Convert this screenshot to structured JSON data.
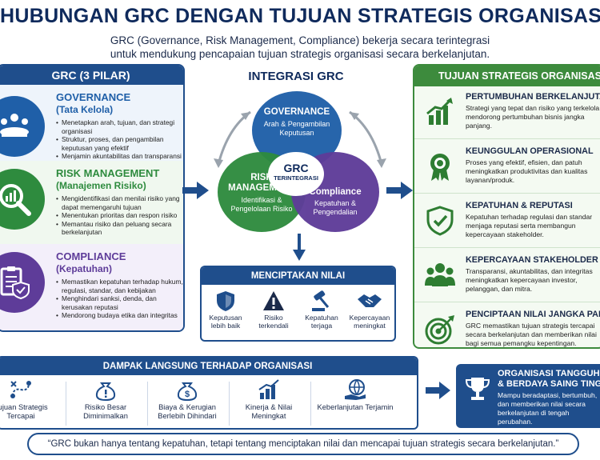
{
  "header": {
    "title": "HUBUNGAN GRC DENGAN TUJUAN STRATEGIS ORGANISASI",
    "subtitle_line1": "GRC (Governance, Risk Management, Compliance) bekerja secara terintegrasi",
    "subtitle_line2": "untuk mendukung pencapaian tujuan strategis organisasi secara berkelanjutan."
  },
  "left_panel": {
    "title": "GRC (3 PILAR)",
    "pillars": [
      {
        "title": "GOVERNANCE",
        "subtitle": "(Tata Kelola)",
        "icon": "meeting-icon",
        "color": "#1f5fa8",
        "points": [
          "Menetapkan arah, tujuan, dan strategi organisasi",
          "Struktur, proses, dan pengambilan keputusan yang efektif",
          "Menjamin akuntabilitas dan transparansi"
        ]
      },
      {
        "title": "RISK MANAGEMENT",
        "subtitle": "(Manajemen Risiko)",
        "icon": "magnifier-chart-icon",
        "color": "#2e8b3e",
        "points": [
          "Mengidentifikasi dan menilai risiko yang dapat memengaruhi tujuan",
          "Menentukan prioritas dan respon risiko",
          "Memantau risiko dan peluang secara berkelanjutan"
        ]
      },
      {
        "title": "COMPLIANCE",
        "subtitle": "(Kepatuhan)",
        "icon": "checklist-shield-icon",
        "color": "#5e3c99",
        "points": [
          "Memastikan kepatuhan terhadap hukum, regulasi, standar, dan kebijakan",
          "Menghindari sanksi, denda, dan kerusakan reputasi",
          "Mendorong budaya etika dan integritas"
        ]
      }
    ]
  },
  "center": {
    "title": "INTEGRASI GRC",
    "core": {
      "line1": "GRC",
      "line2": "TERINTEGRASI"
    },
    "governance": {
      "title": "GOVERNANCE",
      "text": "Arah & Pengambilan Keputusan"
    },
    "risk": {
      "title": "RISK MANAGEMENT",
      "text": "Identifikasi & Pengelolaan Risiko"
    },
    "compliance": {
      "title": "Compliance",
      "text": "Kepatuhan & Pengendalian"
    }
  },
  "nilai": {
    "title": "MENCIPTAKAN NILAI",
    "items": [
      {
        "label": "Keputusan lebih baik",
        "icon": "shield-icon"
      },
      {
        "label": "Risiko terkendali",
        "icon": "warning-icon"
      },
      {
        "label": "Kepatuhan terjaga",
        "icon": "gavel-icon"
      },
      {
        "label": "Kepercayaan meningkat",
        "icon": "handshake-icon"
      }
    ]
  },
  "right_panel": {
    "title": "TUJUAN STRATEGIS ORGANISASI",
    "goals": [
      {
        "title": "PERTUMBUHAN BERKELANJUTAN",
        "text": "Strategi yang tepat dan risiko yang terkelola mendorong pertumbuhan bisnis jangka panjang.",
        "icon": "growth-chart-icon"
      },
      {
        "title": "KEUNGGULAN OPERASIONAL",
        "text": "Proses yang efektif, efisien, dan patuh meningkatkan produktivitas dan kualitas layanan/produk.",
        "icon": "medal-icon"
      },
      {
        "title": "KEPATUHAN & REPUTASI",
        "text": "Kepatuhan terhadap regulasi dan standar menjaga reputasi serta membangun kepercayaan stakeholder.",
        "icon": "shield-check-icon"
      },
      {
        "title": "KEPERCAYAAN STAKEHOLDER",
        "text": "Transparansi, akuntabilitas, dan integritas meningkatkan kepercayaan investor, pelanggan, dan mitra.",
        "icon": "people-icon"
      },
      {
        "title": "PENCIPTAAN NILAI JANGKA PANJANG",
        "text": "GRC memastikan tujuan strategis tercapai secara berkelanjutan dan memberikan nilai bagi semua pemangku kepentingan.",
        "icon": "target-icon"
      }
    ]
  },
  "dampak": {
    "title": "DAMPAK LANGSUNG TERHADAP ORGANISASI",
    "items": [
      {
        "label": "Tujuan Strategis Tercapai",
        "icon": "route-icon"
      },
      {
        "label": "Risiko Besar Diminimalkan",
        "icon": "money-bag-warning-icon"
      },
      {
        "label": "Biaya & Kerugian Berlebih Dihindari",
        "icon": "money-bag-icon"
      },
      {
        "label": "Kinerja & Nilai Meningkat",
        "icon": "bar-chart-icon"
      },
      {
        "label": "Keberlanjutan Terjamin",
        "icon": "globe-hand-icon"
      }
    ]
  },
  "tangguh": {
    "title_line1": "ORGANISASI TANGGUH",
    "title_line2": "& BERDAYA SAING TINGGI",
    "text": "Mampu beradaptasi, bertumbuh, dan memberikan nilai secara berkelanjutan di tengah perubahan.",
    "icon": "trophy-icon"
  },
  "quote": "“GRC bukan hanya tentang kepatuhan, tetapi tentang menciptakan nilai dan mencapai tujuan strategis secara berkelanjutan.”",
  "colors": {
    "navy": "#1f4e8c",
    "green": "#3d8b3d",
    "governance_blue": "#1f5fa8",
    "risk_green": "#2e8b3e",
    "compliance_purple": "#5e3c99"
  }
}
